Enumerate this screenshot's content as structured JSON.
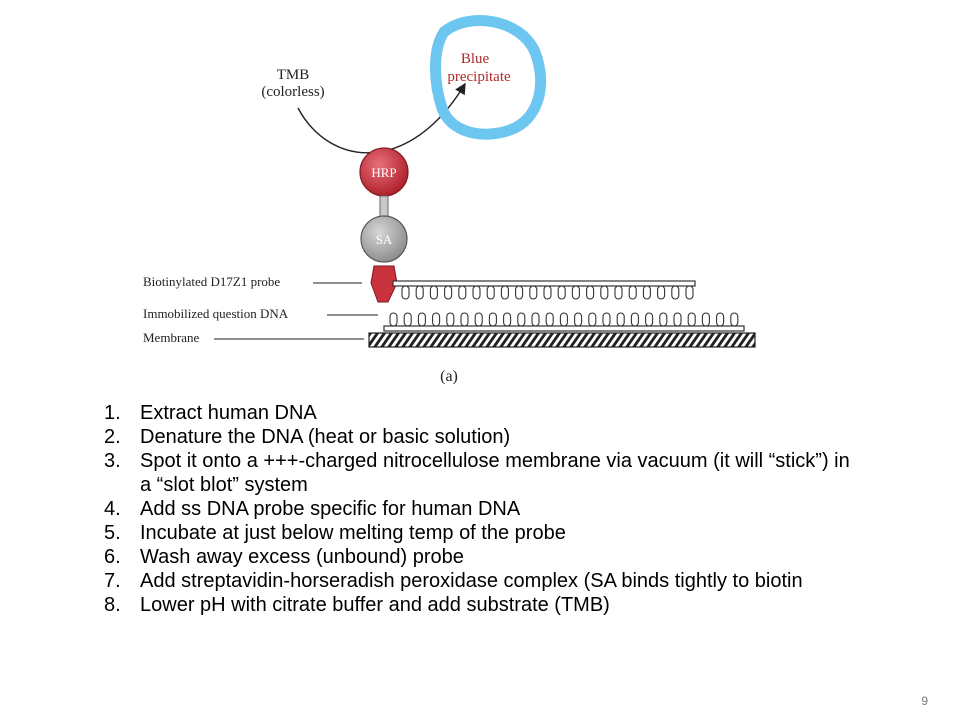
{
  "diagram": {
    "tmb_label_line1": "TMB",
    "tmb_label_line2": "(colorless)",
    "product_label_line1": "Blue",
    "product_label_line2": "precipitate",
    "hrp_label": "HRP",
    "sa_label": "SA",
    "probe_label": "Biotinylated D17Z1 probe",
    "dna_label": "Immobilized question DNA",
    "membrane_label": "Membrane",
    "panel_label": "(a)",
    "colors": {
      "hrp": "#c8323c",
      "sa": "#a9a9a9",
      "highlight": "#6cc6f0",
      "label_red": "#b02a2a"
    }
  },
  "steps": [
    {
      "num": "1.",
      "text": "Extract human DNA"
    },
    {
      "num": "2.",
      "text": "Denature the DNA (heat or basic solution)"
    },
    {
      "num": "3.",
      "text": "Spot it onto a +++-charged nitrocellulose membrane via vacuum (it will “stick”) in a “slot blot” system"
    },
    {
      "num": "4.",
      "text": "Add ss DNA probe specific for human DNA"
    },
    {
      "num": "5.",
      "text": "Incubate at just below melting temp of the probe"
    },
    {
      "num": "6.",
      "text": "Wash away excess (unbound) probe"
    },
    {
      "num": "7.",
      "text": "Add streptavidin-horseradish peroxidase complex (SA binds tightly to biotin"
    },
    {
      "num": "8.",
      "text": "Lower pH with citrate buffer and add substrate (TMB)"
    }
  ],
  "page_number": "9"
}
